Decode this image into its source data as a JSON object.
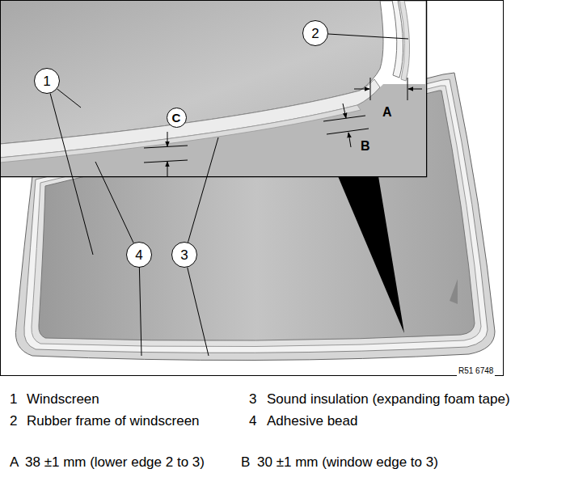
{
  "diagram": {
    "nodes": [
      {
        "text": [
          "2"
        ]
      },
      {
        "text": [
          "1"
        ]
      },
      {
        "text": [
          "C"
        ]
      },
      {
        "text": [
          "4"
        ]
      },
      {
        "text": [
          "3"
        ]
      }
    ],
    "labels": [
      "A",
      "B",
      "R51 6748",
      "1",
      "Windscreen",
      "2",
      "Rubber frame of windscreen",
      "3",
      "Sound insulation (expanding foam tape)",
      "4",
      "Adhesive bead",
      "A",
      "38 ±1 mm (lower edge 2 to 3)",
      "B",
      "30 ±1 mm (window edge to 3)"
    ]
  }
}
